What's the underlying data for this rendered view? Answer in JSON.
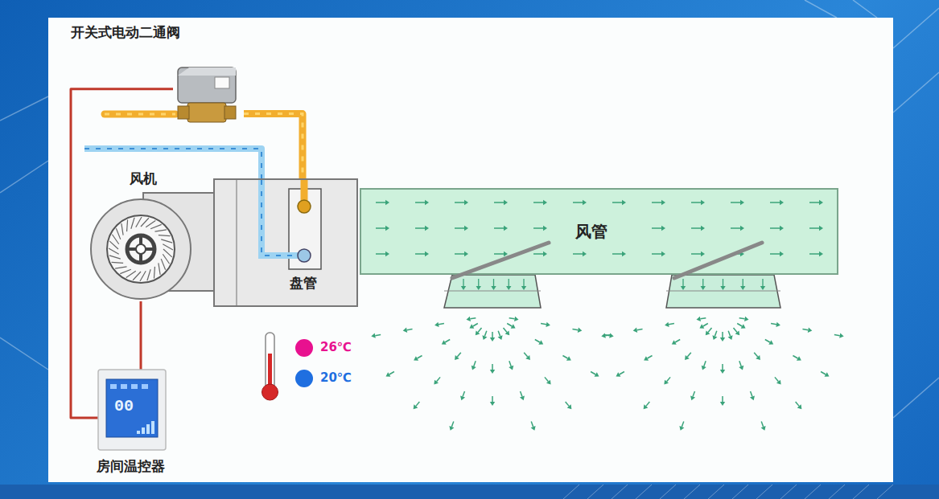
{
  "diagram": {
    "nodes": [
      {
        "text": [
          "开关式电动二通阀"
        ]
      },
      {
        "text": [
          "风机"
        ]
      },
      {
        "text": [
          "风管"
        ]
      },
      {
        "text": [
          "盘管"
        ]
      },
      {
        "text": [
          "房间温控器"
        ]
      }
    ],
    "edges": [
      {
        "from": 4,
        "to": 0,
        "arrow": "none"
      },
      {
        "from": 4,
        "to": 1,
        "arrow": "none"
      },
      {
        "from": 0,
        "to": 3,
        "arrow": "none"
      }
    ],
    "labels": [
      "00"
    ],
    "legend": [
      {
        "text": "26℃",
        "color": "#e8118f"
      },
      {
        "text": "20℃",
        "color": "#1f6fe0"
      }
    ]
  }
}
